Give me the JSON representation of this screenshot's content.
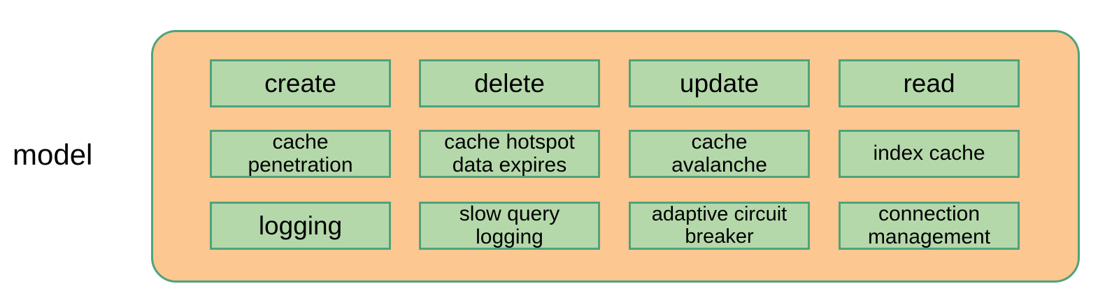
{
  "diagram": {
    "type": "grouped-node-grid",
    "side_label": "model",
    "container": {
      "fill_color": "#fcc791",
      "border_color": "#4ea37a"
    },
    "node_style": {
      "fill_color": "#b5d8ab",
      "border_color": "#4ea37a",
      "text_color": "#000000"
    },
    "columns": 4,
    "rows": 3,
    "nodes": [
      {
        "id": "create",
        "label": "create",
        "row": 0,
        "col": 0,
        "size": "lg"
      },
      {
        "id": "delete",
        "label": "delete",
        "row": 0,
        "col": 1,
        "size": "lg"
      },
      {
        "id": "update",
        "label": "update",
        "row": 0,
        "col": 2,
        "size": "lg"
      },
      {
        "id": "read",
        "label": "read",
        "row": 0,
        "col": 3,
        "size": "lg"
      },
      {
        "id": "cache-penetration",
        "label": "cache\npenetration",
        "row": 1,
        "col": 0,
        "size": "md"
      },
      {
        "id": "cache-hotspot-data-expires",
        "label": "cache hotspot\ndata expires",
        "row": 1,
        "col": 1,
        "size": "md"
      },
      {
        "id": "cache-avalanche",
        "label": "cache\navalanche",
        "row": 1,
        "col": 2,
        "size": "md"
      },
      {
        "id": "index-cache",
        "label": "index cache",
        "row": 1,
        "col": 3,
        "size": "md"
      },
      {
        "id": "logging",
        "label": "logging",
        "row": 2,
        "col": 0,
        "size": "lg"
      },
      {
        "id": "slow-query-logging",
        "label": "slow query\nlogging",
        "row": 2,
        "col": 1,
        "size": "md"
      },
      {
        "id": "adaptive-circuit-breaker",
        "label": "adaptive circuit\nbreaker",
        "row": 2,
        "col": 2,
        "size": "sm"
      },
      {
        "id": "connection-management",
        "label": "connection\nmanagement",
        "row": 2,
        "col": 3,
        "size": "md"
      }
    ]
  }
}
